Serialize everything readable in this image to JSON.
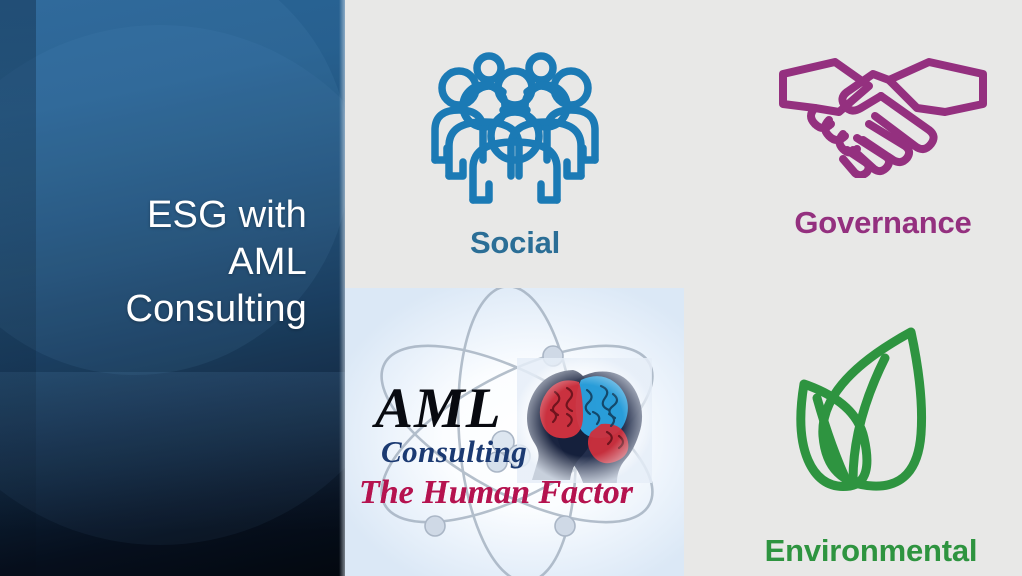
{
  "slide": {
    "title_lines": [
      "ESG with",
      "AML",
      "Consulting"
    ],
    "title_full": "ESG with AML Consulting",
    "background_color": "#e8e8e7"
  },
  "left_panel": {
    "gradient_from": "#2a6496",
    "gradient_to": "#03080f",
    "title_color": "#ffffff"
  },
  "pillars": [
    {
      "id": "social",
      "label": "Social",
      "icon": "people-group-icon",
      "color": "#2b6e96",
      "icon_color": "#1b7ab5"
    },
    {
      "id": "governance",
      "label": "Governance",
      "icon": "handshake-icon",
      "color": "#94307f",
      "icon_color": "#94307f"
    },
    {
      "id": "environmental",
      "label": "Environmental",
      "icon": "leaves-icon",
      "color": "#2e9440",
      "icon_color": "#2e9440"
    }
  ],
  "logo": {
    "name": "AML",
    "subtitle": "Consulting",
    "tagline": "The Human Factor",
    "graphic": "atom-orbit-brain-heads-logo",
    "name_color": "#080a10",
    "subtitle_color": "#1b3a72",
    "tagline_color": "#b5134f"
  }
}
